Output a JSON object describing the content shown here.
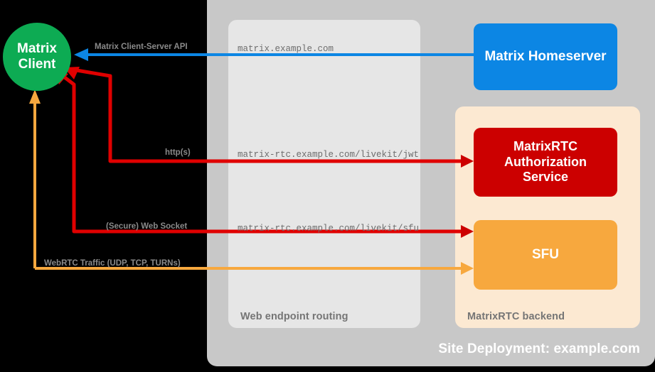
{
  "diagram": {
    "title": "Site Deployment: example.com",
    "client": {
      "line1": "Matrix",
      "line2": "Client"
    },
    "panels": {
      "site": {
        "label": "Site Deployment: example.com",
        "color": "#c8c8c8"
      },
      "routing": {
        "label": "Web endpoint routing",
        "color": "#e6e6e6"
      },
      "backend": {
        "label": "MatrixRTC backend",
        "color": "#fce9d2"
      }
    },
    "nodes": [
      {
        "id": "homeserver",
        "label": "Matrix Homeserver",
        "color": "#0c86e4"
      },
      {
        "id": "auth",
        "line1": "MatrixRTC",
        "line2": "Authorization",
        "line3": "Service",
        "color": "#cc0000"
      },
      {
        "id": "sfu",
        "label": "SFU",
        "color": "#f7a83e"
      }
    ],
    "edges": [
      {
        "id": "cs-api",
        "label": "Matrix Client-Server API",
        "url": "matrix.example.com",
        "color": "#0c86e4"
      },
      {
        "id": "jwt",
        "label": "http(s)",
        "url": "matrix-rtc.example.com/livekit/jwt",
        "color": "#e00000"
      },
      {
        "id": "wss",
        "label": "(Secure) Web Socket",
        "url": "matrix-rtc.example.com/livekit/sfu",
        "color": "#e00000"
      },
      {
        "id": "webrtc",
        "label": "WebRTC Traffic (UDP, TCP, TURNs)",
        "url": "",
        "color": "#f7a83e"
      }
    ]
  }
}
